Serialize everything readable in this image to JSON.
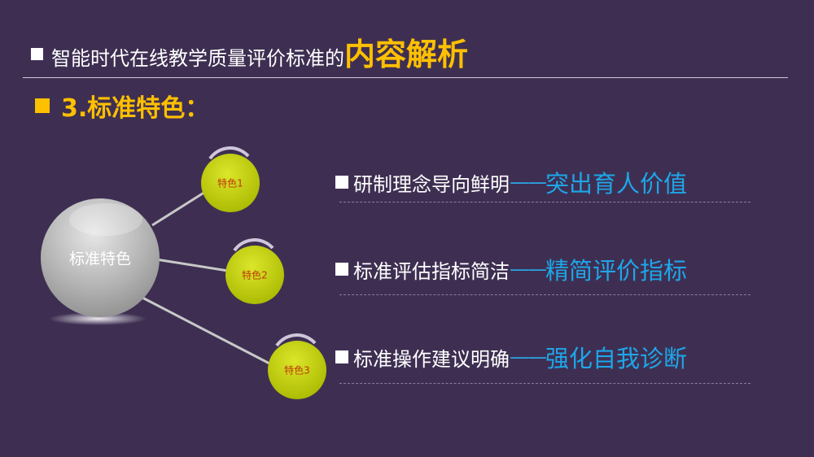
{
  "title": {
    "prefix": "智能时代在线教学质量评价标准的",
    "highlight": "内容解析"
  },
  "section": {
    "heading": "3.标准特色："
  },
  "diagram": {
    "center_label": "标准特色",
    "nodes": [
      "特色1",
      "特色2",
      "特色3"
    ]
  },
  "items": [
    {
      "lead": "研制理念导向鲜明",
      "dash": "——",
      "highlight": "突出育人价值"
    },
    {
      "lead": "标准评估指标简洁",
      "dash": "——",
      "highlight": "精简评价指标"
    },
    {
      "lead": "标准操作建议明确",
      "dash": "——",
      "highlight": "强化自我诊断"
    }
  ],
  "colors": {
    "background": "#3e2f52",
    "accent": "#ffc000",
    "highlight": "#1ea6e8",
    "node": "#c4d40c"
  }
}
